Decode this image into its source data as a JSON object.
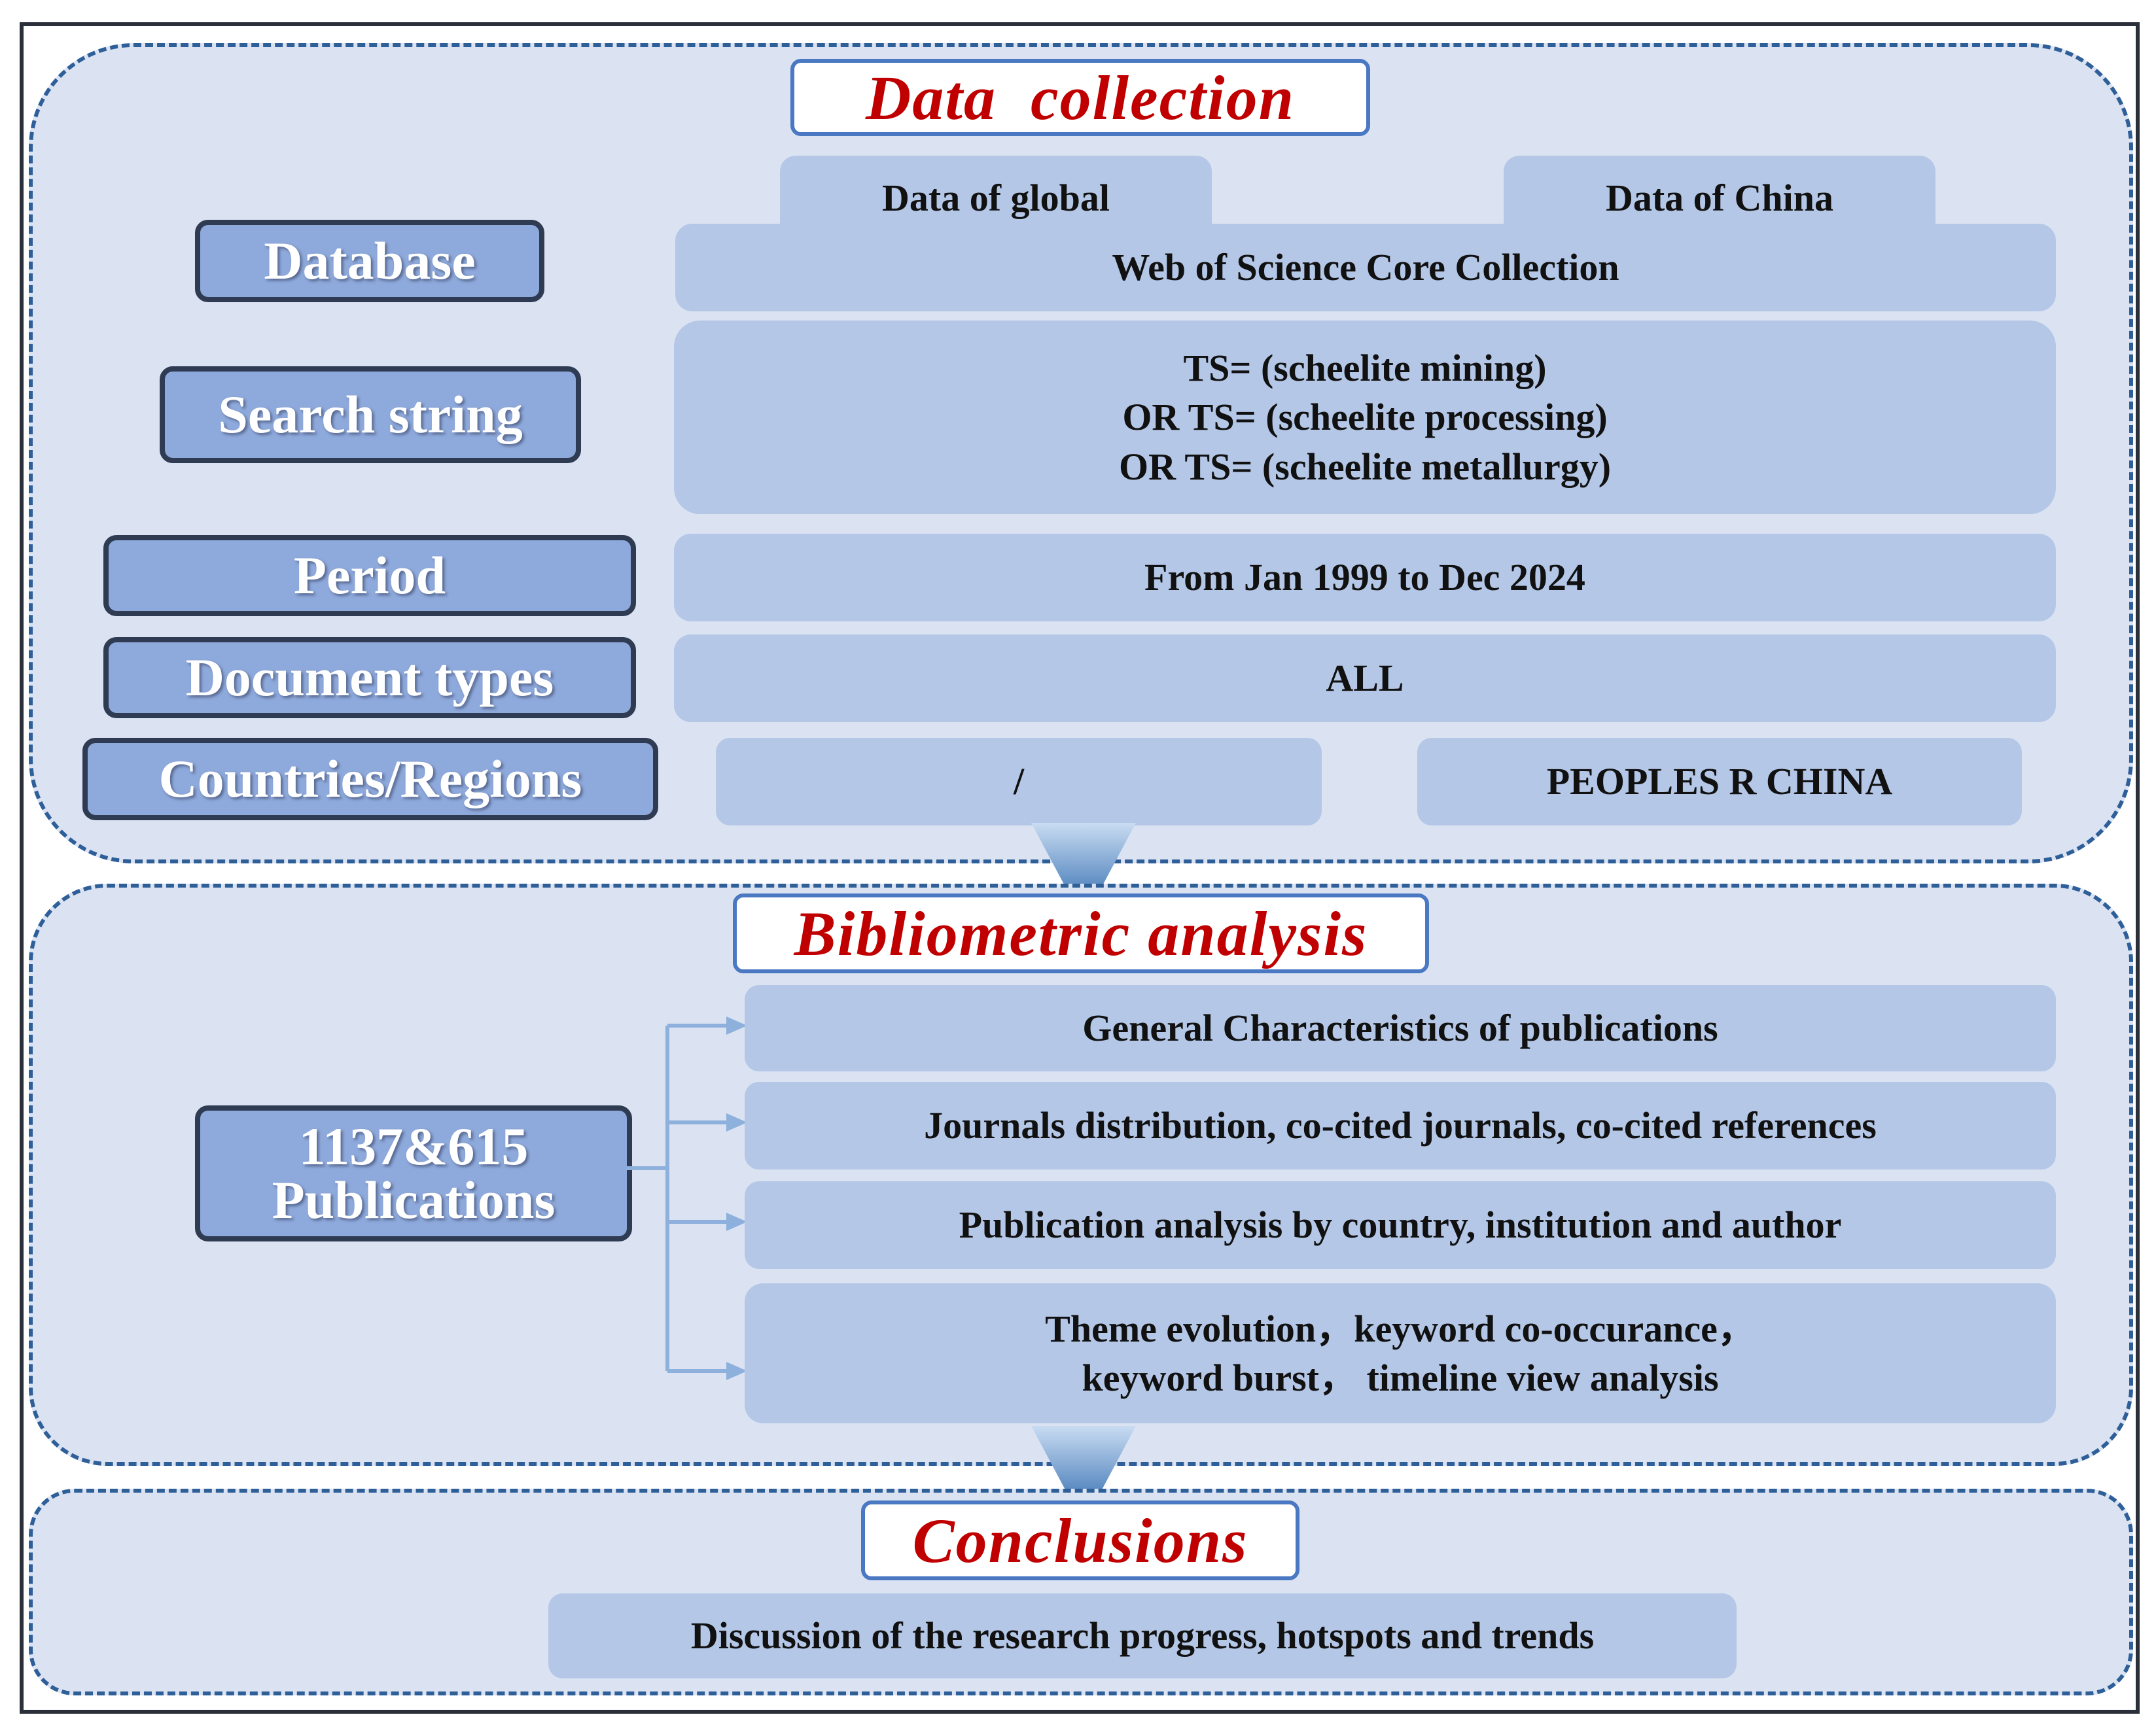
{
  "data_collection": {
    "title": "Data  collection",
    "tabs": {
      "global": "Data of global",
      "china": "Data of China"
    },
    "rows": {
      "database": {
        "label": "Database",
        "value": "Web of Science Core Collection"
      },
      "search": {
        "label": "Search string",
        "lines": [
          "TS= (scheelite mining)",
          "OR TS= (scheelite processing)",
          "OR TS= (scheelite metallurgy)"
        ]
      },
      "period": {
        "label": "Period",
        "value": "From Jan 1999 to Dec 2024"
      },
      "doctypes": {
        "label": "Document types",
        "value": "ALL"
      },
      "countries": {
        "label": "Countries/Regions",
        "global_value": "/",
        "china_value": "PEOPLES R CHINA"
      }
    }
  },
  "bibliometric": {
    "title": "Bibliometric analysis",
    "publications": {
      "line1": "1137&615",
      "line2": "Publications"
    },
    "items": [
      {
        "text": "General Characteristics of publications"
      },
      {
        "text": "Journals distribution, co-cited journals, co-cited references"
      },
      {
        "text": "Publication analysis by country, institution and author"
      },
      {
        "line1": "Theme evolution，keyword co-occurance，",
        "line2": "keyword burst，  timeline view analysis"
      }
    ]
  },
  "conclusions": {
    "title": "Conclusions",
    "text": "Discussion of the research progress, hotspots and trends"
  },
  "colors": {
    "section_fill": "#dbe3f2",
    "section_border": "#2e5f99",
    "label_fill": "#8ea9db",
    "box_fill": "#b4c7e7",
    "title_text": "#c00000",
    "arrow": "#2e75b6"
  }
}
